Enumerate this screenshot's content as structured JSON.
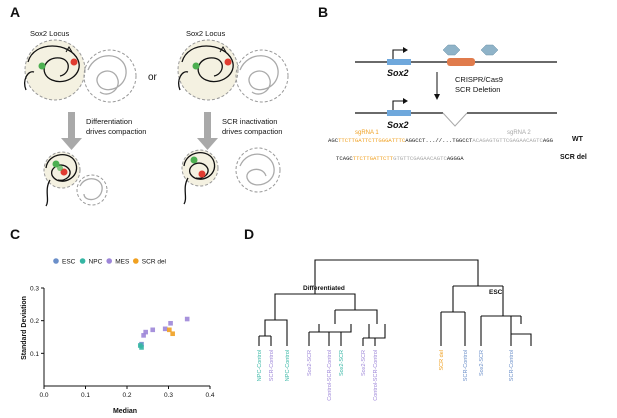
{
  "panels": {
    "a": {
      "letter": "A",
      "left_locus_label": "Sox2 Locus",
      "right_locus_label": "Sox2 Locus",
      "or_label": "or",
      "left_arrow_label_1": "Differentiation",
      "left_arrow_label_2": "drives compaction",
      "right_arrow_label_1": "SCR inactivation",
      "right_arrow_label_2": "drives compaction"
    },
    "b": {
      "letter": "B",
      "gene_label_top": "Sox2",
      "gene_label_bottom": "Sox2",
      "method_1": "CRISPR/Cas9",
      "method_2": "SCR Deletion",
      "sgrna1_label": "sgRNA 1",
      "sgrna2_label": "sgRNA 2",
      "wt_seq_1": "AGC",
      "wt_seq_2": "TTCTTGATTCTTGGGATTTC",
      "wt_seq_3": "AGGCCT...//...TGGCCT",
      "wt_seq_4": "ACAGAGTGTTCGAGAACAGTC",
      "wt_seq_5": "AGG",
      "wt_label": "WT",
      "del_seq_1": "TCAGC",
      "del_seq_2": "TTCTTGATTCTT",
      "del_seq_3": "GTGTTCGAGAACAGTC",
      "del_seq_4": "AGGGA",
      "del_label": "SCR del",
      "colors": {
        "sgrna1": "#f0a020",
        "sgrna2": "#a8a8a8",
        "exon": "#6fa8dc",
        "scr": "#e07b4c",
        "hex": "#8fb3c8"
      }
    },
    "c": {
      "letter": "C",
      "legend": [
        {
          "label": "ESC",
          "color": "#6b8fc9"
        },
        {
          "label": "NPC",
          "color": "#35b6a4"
        },
        {
          "label": "MES",
          "color": "#9d86d8"
        },
        {
          "label": "SCR del",
          "color": "#f0a020"
        }
      ]
    },
    "d": {
      "letter": "D",
      "group_left": "Differentiated",
      "group_right": "ESC",
      "leaves": [
        {
          "label": "NPC-Control",
          "color": "#35b6a4"
        },
        {
          "label": "SCR-Control",
          "color": "#9d86d8"
        },
        {
          "label": "NPC-Control",
          "color": "#35b6a4"
        },
        {
          "label": "Sox2-SCR",
          "color": "#9d86d8"
        },
        {
          "label": "Control-SCR-Control",
          "color": "#9d86d8"
        },
        {
          "label": "Sox2-SCR",
          "color": "#35b6a4"
        },
        {
          "label": "Sox2-SCR",
          "color": "#9d86d8"
        },
        {
          "label": "Control-SCR-Control",
          "color": "#9d86d8"
        },
        {
          "label": "SCR del",
          "color": "#f0a020"
        },
        {
          "label": "SCR-Control",
          "color": "#6b8fc9"
        },
        {
          "label": "Sox2-SCR",
          "color": "#6b8fc9"
        },
        {
          "label": "SCR-Control",
          "color": "#6b8fc9"
        }
      ]
    }
  },
  "chart_data": {
    "type": "scatter",
    "xlabel": "Median",
    "ylabel": "Standard Deviation",
    "xlim": [
      0.0,
      0.4
    ],
    "ylim": [
      0.0,
      0.3
    ],
    "x_ticks": [
      "0.0",
      "0.1",
      "0.2",
      "0.3",
      "0.4"
    ],
    "y_ticks": [
      "0.1",
      "0.2",
      "0.3"
    ],
    "series": [
      {
        "name": "ESC",
        "color": "#6b8fc9",
        "points": [
          [
            0.235,
            0.128
          ]
        ]
      },
      {
        "name": "NPC",
        "color": "#35b6a4",
        "points": [
          [
            0.235,
            0.118
          ],
          [
            0.232,
            0.124
          ]
        ]
      },
      {
        "name": "MES",
        "color": "#9d86d8",
        "points": [
          [
            0.245,
            0.165
          ],
          [
            0.262,
            0.172
          ],
          [
            0.292,
            0.175
          ],
          [
            0.305,
            0.192
          ],
          [
            0.345,
            0.205
          ],
          [
            0.24,
            0.155
          ]
        ]
      },
      {
        "name": "SCR del",
        "color": "#f0a020",
        "points": [
          [
            0.302,
            0.172
          ],
          [
            0.31,
            0.16
          ]
        ]
      }
    ]
  }
}
